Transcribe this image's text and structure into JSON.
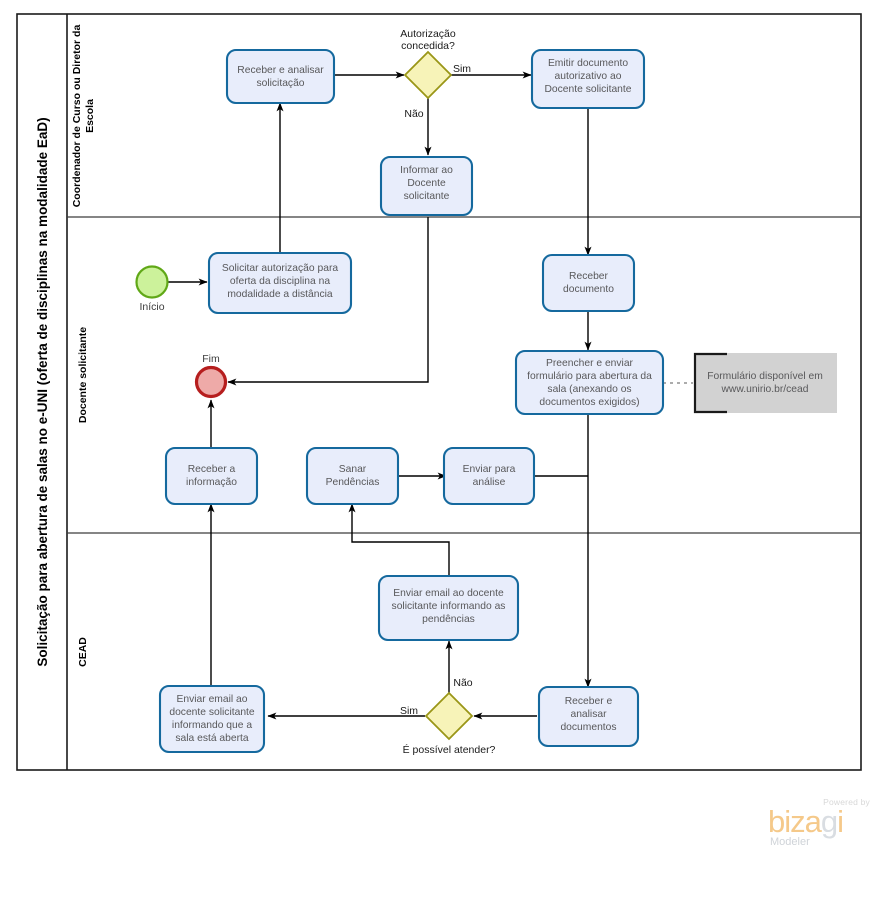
{
  "pool": {
    "title": "Solicitação para abertura de salas no e-UNI (oferta de disciplinas na modalidade EaD)",
    "lanes": [
      {
        "id": "coordenador",
        "label": "Coordenador de Curso ou Diretor da Escola"
      },
      {
        "id": "docente",
        "label": "Docente  solicitante"
      },
      {
        "id": "cead",
        "label": "CEAD"
      }
    ]
  },
  "events": {
    "start": {
      "label": "Início",
      "color": "#ccf29b",
      "stroke": "#60a817"
    },
    "end": {
      "label": "Fim",
      "color": "#eeaaa8",
      "stroke": "#b61e1e"
    }
  },
  "tasks": {
    "receber_analisar_solicitacao": "Receber  e analisar solicitação",
    "emitir_documento": "Emitir documento autorizativo ao Docente solicitante",
    "informar_docente": "Informar ao Docente solicitante",
    "solicitar_autorizacao": "Solicitar autorização para oferta da disciplina na modalidade a distância",
    "receber_documento": "Receber documento",
    "preencher_enviar_formulario": "Preencher e enviar formulário para abertura da sala (anexando os documentos exigidos)",
    "receber_informacao": "Receber a informação",
    "sanar_pendencias": "Sanar Pendências",
    "enviar_analise": "Enviar para análise",
    "enviar_email_pendencias": "Enviar email ao docente solicitante informando as pendências",
    "enviar_email_sala_aberta": "Enviar email ao docente solicitante informando que a sala está aberta",
    "receber_analisar_documentos": "Receber e analisar documentos"
  },
  "task_lines": {
    "receber_analisar_solicitacao": [
      "Receber  e analisar",
      "solicitação"
    ],
    "emitir_documento": [
      "Emitir documento",
      "autorizativo ao",
      "Docente solicitante"
    ],
    "informar_docente": [
      "Informar ao",
      "Docente",
      "solicitante"
    ],
    "solicitar_autorizacao": [
      "Solicitar autorização para",
      "oferta da disciplina na",
      "modalidade a distância"
    ],
    "receber_documento": [
      "Receber",
      "documento"
    ],
    "preencher_enviar_formulario": [
      "Preencher e enviar",
      "formulário para abertura da",
      "sala (anexando os",
      "documentos exigidos)"
    ],
    "receber_informacao": [
      "Receber a",
      "informação"
    ],
    "sanar_pendencias": [
      "Sanar",
      "Pendências"
    ],
    "enviar_analise": [
      "Enviar para",
      "análise"
    ],
    "enviar_email_pendencias": [
      "Enviar email ao docente",
      "solicitante informando as",
      "pendências"
    ],
    "enviar_email_sala_aberta": [
      "Enviar email ao",
      "docente solicitante",
      "informando que a",
      "sala está aberta"
    ],
    "receber_analisar_documentos": [
      "Receber e",
      "analisar",
      "documentos"
    ]
  },
  "gateways": {
    "autorizacao": {
      "caption_lines": [
        "Autorização",
        "concedida?"
      ],
      "caption": "Autorização concedida?"
    },
    "possivel_atender": {
      "caption_lines": [
        "É possível atender?"
      ],
      "caption": "É possível atender?"
    }
  },
  "flow_labels": {
    "sim_autorizacao": "Sim",
    "nao_autorizacao": "Não",
    "sim_atender": "Sim",
    "nao_atender": "Não"
  },
  "annotation": {
    "lines": [
      "Formulário disponível em",
      "www.unirio.br/cead"
    ],
    "text": "Formulário disponível em www.unirio.br/cead"
  },
  "branding": {
    "powered_by": "Powered by",
    "name_part1": "biza",
    "name_part2": "g",
    "name_part3": "i",
    "product": "Modeler",
    "accent_color": "#f5c98a",
    "secondary_color": "#d9dde2"
  },
  "colors": {
    "task_fill": "#e8edfb",
    "task_stroke": "#15699e",
    "gateway_fill": "#f7f3b8",
    "gateway_stroke": "#9a9617",
    "annotation_fill": "#d2d2d2",
    "flow_stroke": "#000000"
  }
}
